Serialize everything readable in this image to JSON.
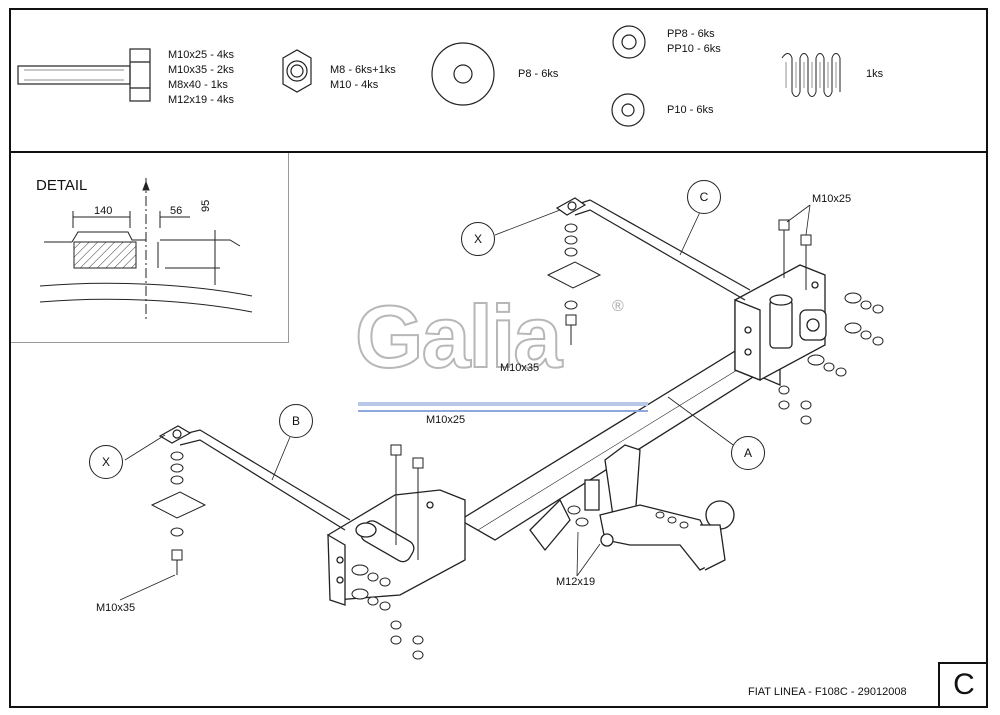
{
  "header_parts": {
    "bolts": [
      "M10x25 - 4ks",
      "M10x35 - 2ks",
      "M8x40 - 1ks",
      "M12x19 - 4ks"
    ],
    "nuts": [
      "M8 - 6ks+1ks",
      "M10 - 4ks"
    ],
    "washer_large": "P8 - 6ks",
    "washers_pp": [
      "PP8 - 6ks",
      "PP10 - 6ks"
    ],
    "washer_p10": "P10 - 6ks",
    "spring": "1ks"
  },
  "detail": {
    "title": "DETAIL",
    "dim_140": "140",
    "dim_56": "56",
    "dim_95": "95"
  },
  "callouts": {
    "a": "A",
    "b": "B",
    "c": "C",
    "x_left": "X",
    "x_right": "X"
  },
  "labels": {
    "m10x25_top": "M10x25",
    "m10x25_mid": "M10x25",
    "m10x35_mid": "M10x35",
    "m10x35_left": "M10x35",
    "m12x19": "M12x19"
  },
  "logo": {
    "text": "Galia",
    "mark": "®"
  },
  "title_block": "FIAT LINEA - F108C - 29012008",
  "sheet_letter": "C"
}
